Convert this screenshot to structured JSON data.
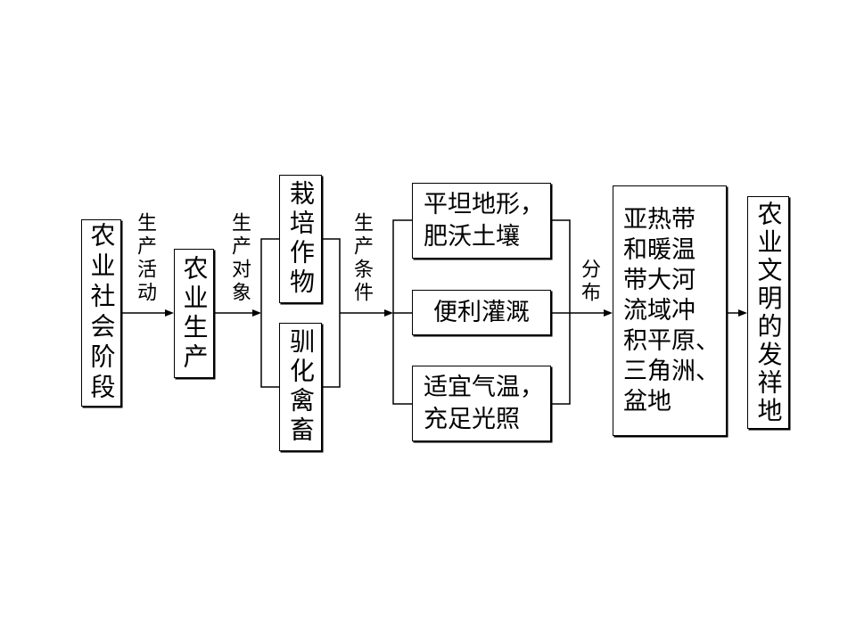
{
  "colors": {
    "ink": "#000000",
    "background": "#ffffff"
  },
  "nodes": {
    "agricultural_society_stage": "农业社会阶段",
    "agricultural_production": "农业生产",
    "crop_cultivation": "栽培作物",
    "animal_domestication": "驯化禽畜",
    "terrain_soil": [
      "平坦地形，",
      "肥沃土壤"
    ],
    "irrigation": "便利灌溉",
    "climate_light": [
      "适宜气温，",
      "充足光照"
    ],
    "distribution_area": [
      "亚热带",
      "和暖温",
      "带大河",
      "流域冲",
      "积平原、",
      "三角洲、",
      "盆地"
    ],
    "civilization_birthplace": "农业文明的发祥地"
  },
  "edge_labels": {
    "production_activity": "生产活动",
    "production_object": "生产对象",
    "production_conditions": "生产条件",
    "distribution": "分布"
  }
}
